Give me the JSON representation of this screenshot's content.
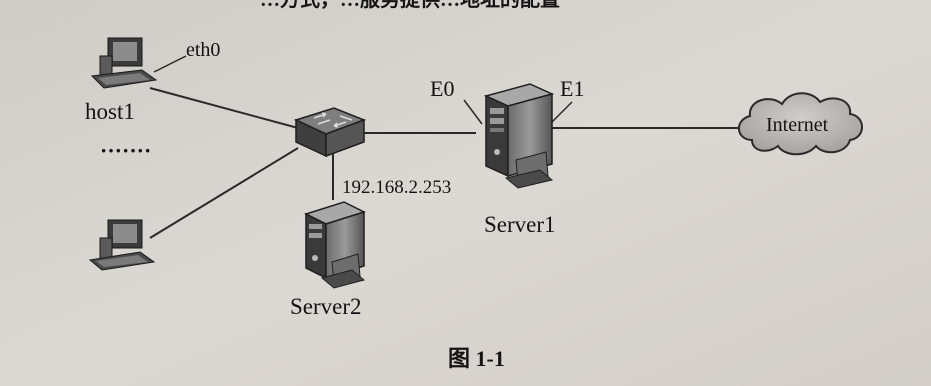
{
  "diagram": {
    "title_fragment": "…方式，…服务提供…地址的配置",
    "nodes": {
      "host1": {
        "label": "host1",
        "interface": "eth0"
      },
      "ellipsis": "·······",
      "server1": {
        "label": "Server1",
        "left_interface": "E0",
        "right_interface": "E1"
      },
      "server2": {
        "label": "Server2",
        "ip": "192.168.2.253"
      },
      "internet": {
        "label": "Internet"
      }
    },
    "caption": "图 1-1"
  },
  "colors": {
    "background": "#d6d2cd",
    "line": "#2a2a2a",
    "text": "#141414",
    "cloud": "#b9b6b4"
  }
}
